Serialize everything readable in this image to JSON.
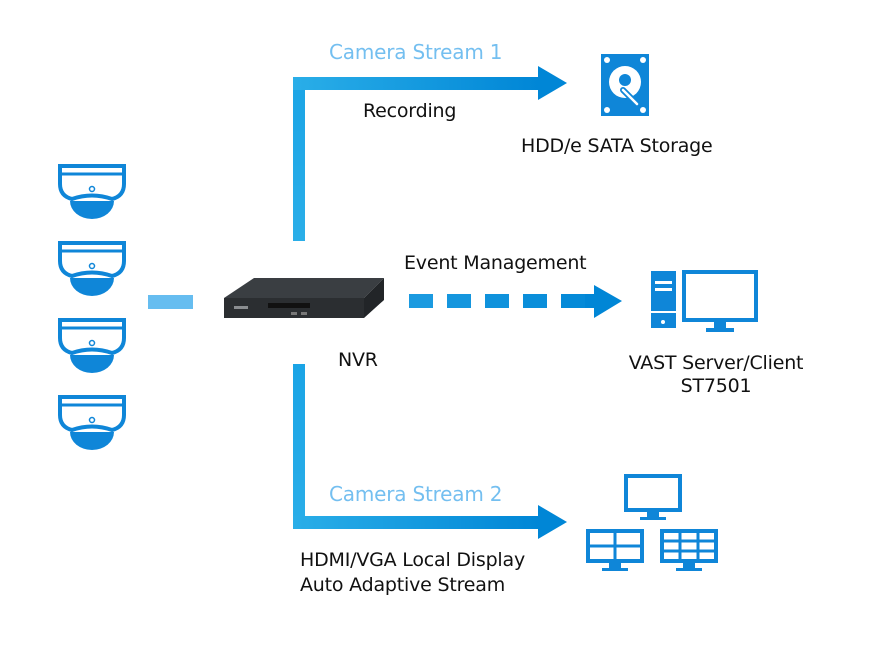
{
  "colors": {
    "arrow_start": "#2aaee8",
    "arrow_end": "#0086d6",
    "icon_blue": "#0f86d8",
    "light_blue_text": "#74bff0",
    "input_link": "#66bdf0",
    "nvr_body": "#2f3336"
  },
  "cameras": [
    {
      "icon": "dome-camera-icon"
    },
    {
      "icon": "dome-camera-icon"
    },
    {
      "icon": "dome-camera-icon"
    },
    {
      "icon": "dome-camera-icon"
    }
  ],
  "nvr": {
    "label": "NVR",
    "icon": "nvr-device"
  },
  "stream1": {
    "label": "Camera Stream 1",
    "sublabel": "Recording",
    "target_label": "HDD/e SATA Storage",
    "target_icon": "hard-drive-icon"
  },
  "event": {
    "label": "Event Management",
    "target_label_line1": "VAST Server/Client",
    "target_label_line2": "ST7501",
    "target_icon": "desktop-computer-icon"
  },
  "stream2": {
    "label": "Camera Stream 2",
    "sublabel_line1": "HDMI/VGA Local Display",
    "sublabel_line2": "Auto Adaptive Stream",
    "target_icon": "monitor-group-icon"
  }
}
